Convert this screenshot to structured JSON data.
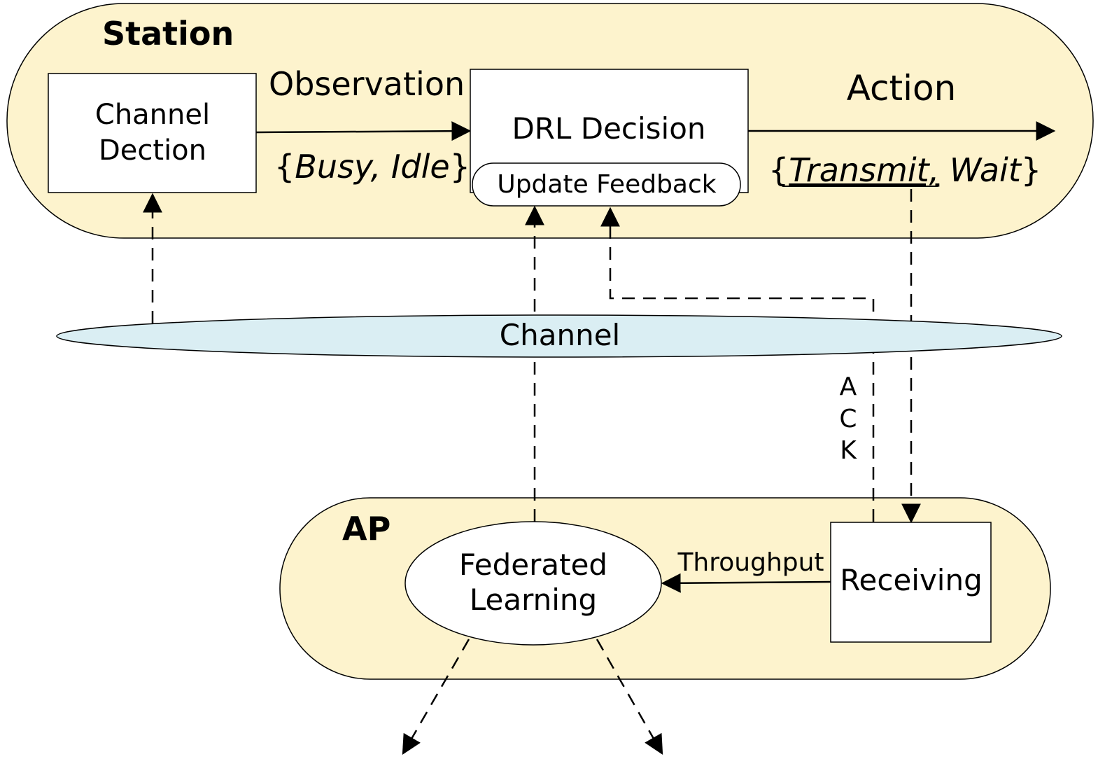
{
  "station": {
    "title": "Station"
  },
  "channel_detection": {
    "line1": "Channel",
    "line2": "Dection"
  },
  "observation": {
    "label": "Observation",
    "set_open": "{",
    "set_values": "Busy, Idle",
    "set_close": "}"
  },
  "drl_decision": {
    "label": "DRL Decision",
    "update_feedback": "Update Feedback"
  },
  "action": {
    "label": "Action",
    "set_open": "{",
    "transmit": "Transmit,",
    "wait": " Wait",
    "set_close": "}"
  },
  "channel": {
    "label": "Channel"
  },
  "ack": {
    "letters": [
      "A",
      "C",
      "K"
    ]
  },
  "ap": {
    "title": "AP"
  },
  "federated_learning": {
    "line1": "Federated",
    "line2": "Learning"
  },
  "throughput": {
    "label": "Throughput"
  },
  "receiving": {
    "label": "Receiving"
  },
  "colors": {
    "panel_fill": "#fdf3cd",
    "channel_fill": "#daeef3",
    "stroke": "#000000"
  }
}
